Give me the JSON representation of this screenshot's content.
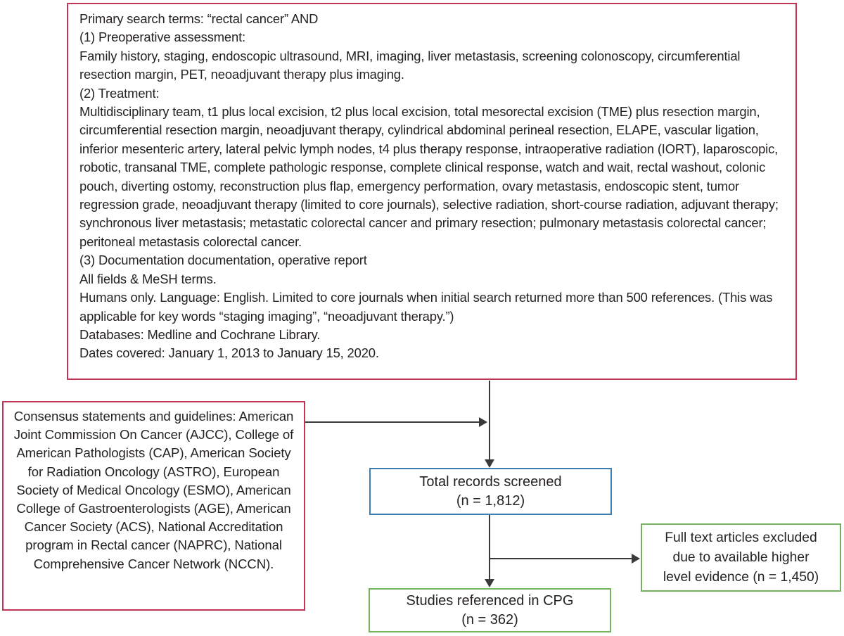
{
  "figure": {
    "type": "literature-search-flow-diagram",
    "colors": {
      "box_red_border": "#c23557",
      "box_blue_border": "#3d7eb3",
      "box_green_border": "#74b25e",
      "arrow": "#3a3a3a",
      "text": "#262222"
    },
    "search_box": {
      "lines": [
        "Primary search terms: “rectal cancer” AND",
        "(1) Preoperative assessment:",
        "Family history, staging,  endoscopic ultrasound, MRI, imaging, liver metastasis, screening colonoscopy, circumferential resection margin, PET, neoadjuvant therapy plus imaging.",
        "(2) Treatment:",
        "Multidisciplinary team, t1 plus local excision, t2 plus local excision, total mesorectal excision (TME) plus resection margin, circumferential resection margin, neoadjuvant therapy, cylindrical abdominal perineal resection, ELAPE, vascular ligation, inferior mesenteric artery, lateral pelvic lymph nodes, t4 plus therapy response, intraoperative radiation (IORT), laparoscopic, robotic, transanal TME, complete pathologic response, complete clinical response, watch and wait, rectal washout, colonic pouch, diverting ostomy, reconstruction plus flap, emergency performation, ovary metastasis, endoscopic stent, tumor regression grade, neoadjuvant therapy (limited to core journals), selective radiation, short-course radiation, adjuvant therapy; synchronous liver metastasis; metastatic colorectal cancer and primary resection; pulmonary metastasis colorectal cancer; peritoneal metastasis colorectal cancer.",
        "(3) Documentation documentation, operative report",
        "All fields & MeSH terms.",
        "Humans only. Language: English. Limited to core journals when initial search returned more than 500 references. (This was applicable for key words “staging imaging”, “neoadjuvant therapy.”)",
        "Databases: Medline and Cochrane Library.",
        "Dates covered: January 1, 2013 to January 15, 2020."
      ]
    },
    "consensus_box": {
      "text": "Consensus statements and guidelines: American Joint Commission On Cancer (AJCC), College of American Pathologists (CAP), American Society for Radiation Oncology (ASTRO), European Society of Medical Oncology (ESMO), American College of Gastroenterologists (AGE), American Cancer Society (ACS), National Accreditation program in Rectal cancer (NAPRC), National Comprehensive Cancer Network (NCCN)."
    },
    "screened_box": {
      "line1": "Total records screened",
      "line2": "(n = 1,812)",
      "n": 1812
    },
    "excluded_box": {
      "lines": [
        "Full text articles excluded",
        "due to available higher",
        "level evidence (n = 1,450)"
      ],
      "n": 1450
    },
    "referenced_box": {
      "line1": "Studies referenced in CPG",
      "line2": "(n = 362)",
      "n": 362
    }
  }
}
